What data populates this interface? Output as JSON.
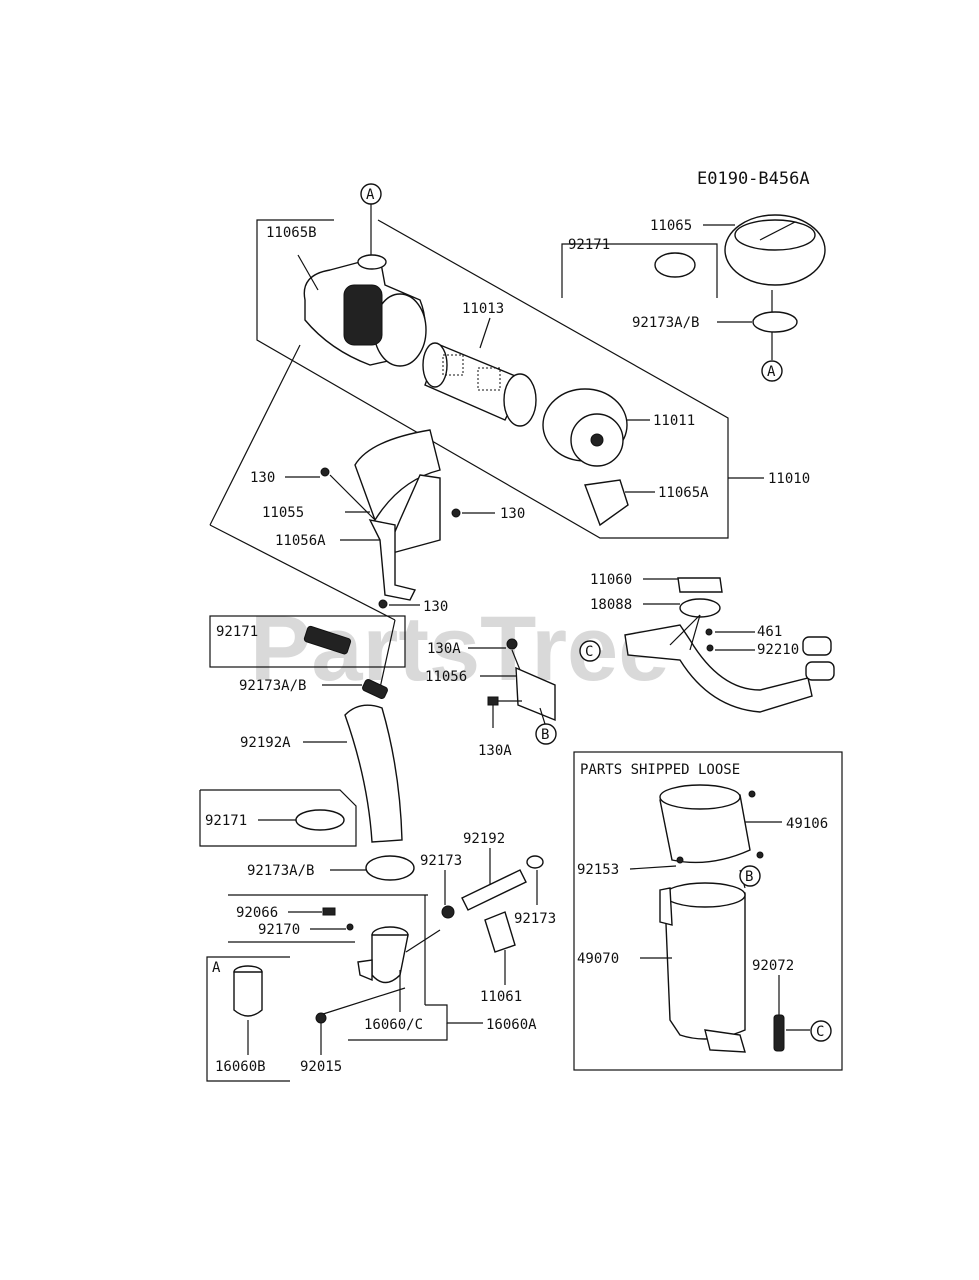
{
  "diagram_code": "E0190-B456A",
  "watermark": "PartsTree",
  "loose_box_title": "PARTS SHIPPED LOOSE",
  "callouts": {
    "a": "A",
    "b": "B",
    "c": "C"
  },
  "labels": {
    "p11065B": "11065B",
    "p11065": "11065",
    "p92171_top": "92171",
    "p92173AB_top": "92173A/B",
    "p11013": "11013",
    "p11011": "11011",
    "p11065A": "11065A",
    "p11010": "11010",
    "p130_a": "130",
    "p11055": "11055",
    "p130_b": "130",
    "p11056A": "11056A",
    "p130_c": "130",
    "p11060": "11060",
    "p18088": "18088",
    "p461": "461",
    "p92210": "92210",
    "p92171_mid": "92171",
    "p130A_a": "130A",
    "p11056": "11056",
    "p92173AB_mid": "92173A/B",
    "p130A_b": "130A",
    "p92192A": "92192A",
    "p92171_low": "92171",
    "p92192": "92192",
    "p92173AB_low": "92173A/B",
    "p92173_a": "92173",
    "p92173_b": "92173",
    "p92066": "92066",
    "p92170": "92170",
    "p11061": "11061",
    "p16060C": "16060/C",
    "p16060A": "16060A",
    "p16060B": "16060B",
    "p92015": "92015",
    "p49106": "49106",
    "p92153": "92153",
    "p49070": "49070",
    "p92072": "92072",
    "inset_a": "A"
  }
}
